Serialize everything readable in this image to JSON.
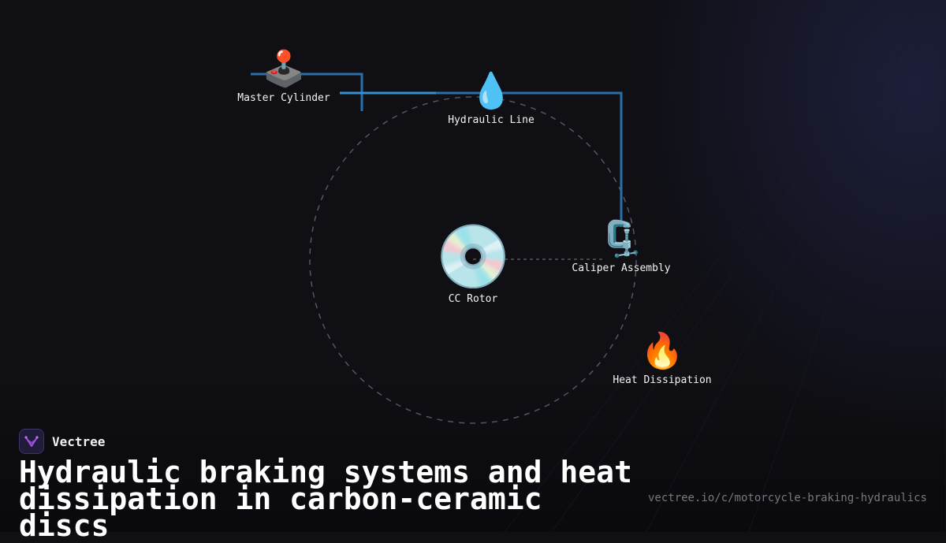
{
  "nodes": {
    "master_cylinder": {
      "icon": "🕹️",
      "label": "Master Cylinder"
    },
    "hydraulic_line": {
      "icon": "💧",
      "label": "Hydraulic Line"
    },
    "rotor": {
      "icon": "💿",
      "label": "CC Rotor"
    },
    "caliper": {
      "icon": "🗜️",
      "label": "Caliper Assembly"
    },
    "heat": {
      "icon": "🔥",
      "label": "Heat Dissipation"
    }
  },
  "brand": {
    "name": "Vectree"
  },
  "title": "Hydraulic braking systems and heat dissipation in carbon-ceramic discs",
  "url": "vectree.io/c/motorcycle-braking-hydraulics",
  "colors": {
    "background": "#0f0f14",
    "line": "#2b6fa8",
    "line_bright": "#3a8fd0",
    "orbit": "#555560",
    "brand_accent": "#b04cd8"
  }
}
